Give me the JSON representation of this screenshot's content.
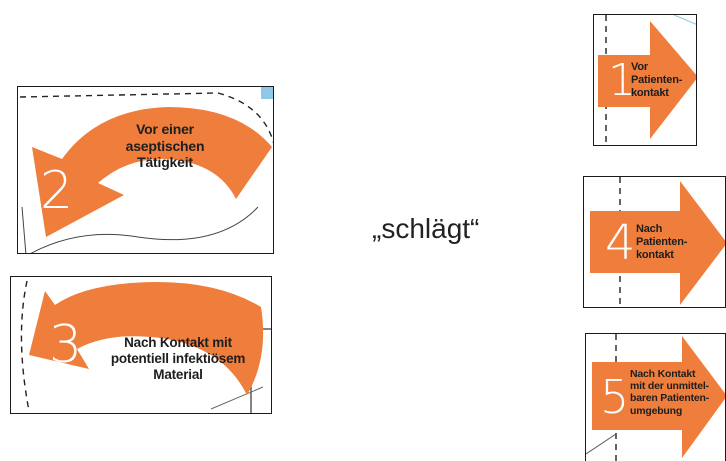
{
  "center_word": "„schlägt“",
  "colors": {
    "arrow": "#ef7d3c",
    "frame": "#1a1a1a",
    "accent": "#8ec8e8"
  },
  "cards": {
    "c2": {
      "number": "2",
      "label": "Vor einer aseptischen Tätigkeit"
    },
    "c3": {
      "number": "3",
      "label": "Nach Kontakt mit potentiell infektiösem Material"
    },
    "c1": {
      "number": "1",
      "label": "Vor Patienten-kontakt"
    },
    "c4": {
      "number": "4",
      "label": "Nach Patienten-kontakt"
    },
    "c5": {
      "number": "5",
      "label": "Nach Kontakt mit der unmittel-baren Patienten-umgebung"
    }
  }
}
